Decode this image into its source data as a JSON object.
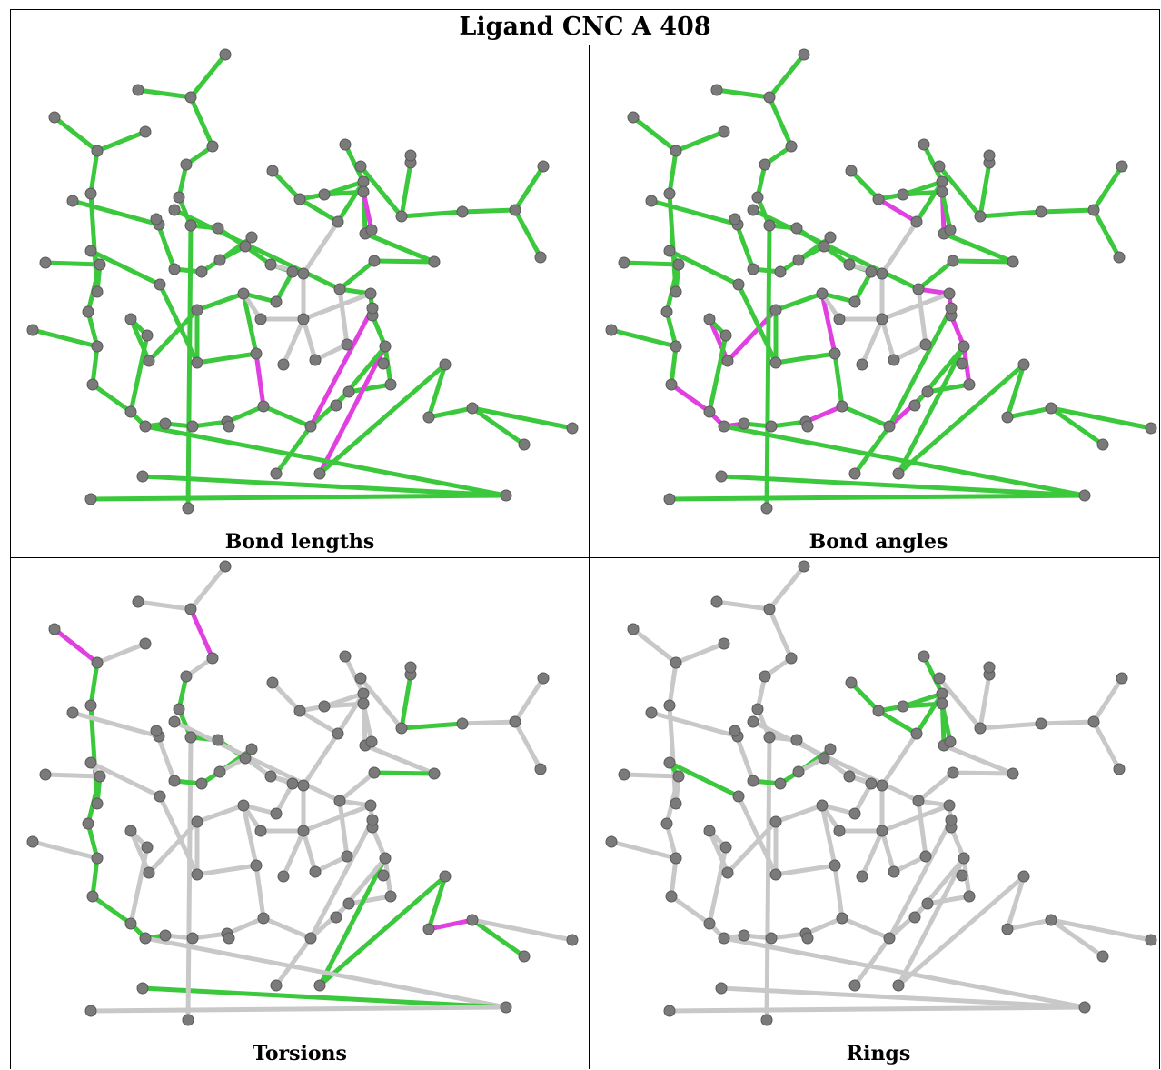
{
  "title": "Ligand CNC A 408",
  "colors": {
    "atom": "#7a7a7a",
    "bond_ok": "#3cc83c",
    "bond_outlier": "#e040e0",
    "bond_neutral": "#c8c8c8"
  },
  "panels": [
    {
      "caption": "Bond lengths"
    },
    {
      "caption": "Bond angles"
    },
    {
      "caption": "Torsions"
    },
    {
      "caption": "Rings"
    }
  ]
}
